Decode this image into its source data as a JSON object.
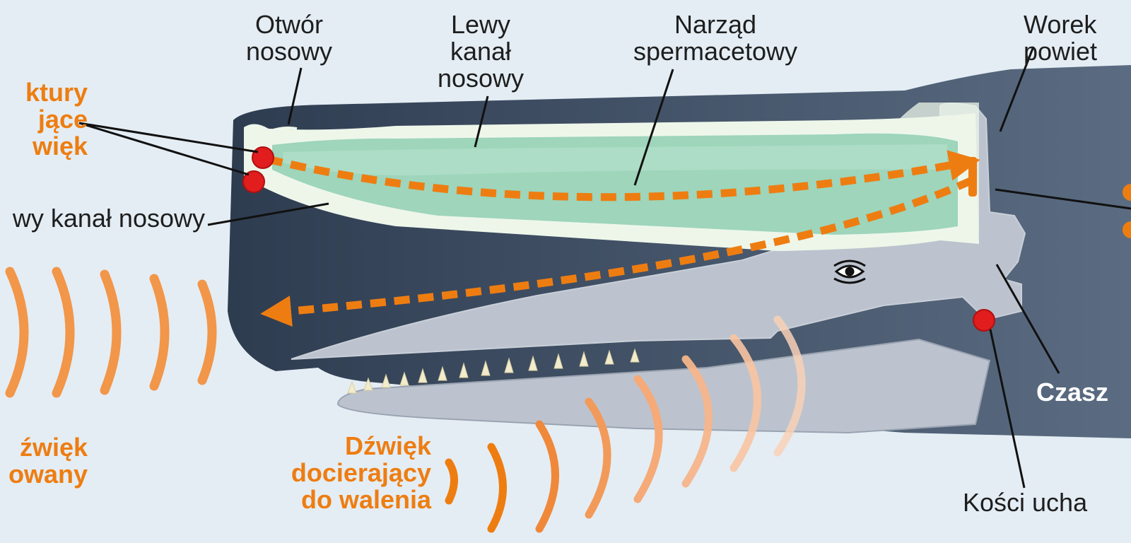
{
  "labels": {
    "nostril": "Otwór\nnosowy",
    "left_canal": "Lewy\nkanał\nnosowy",
    "spermaceti": "Narząd\nspermacetowy",
    "air_sac": "Worek\npowiet",
    "structures": "ktury\njące\nwięk",
    "right_canal": "wy kanał nosowy",
    "emitted_sound": "źwięk\nowany",
    "incoming_sound": "Dźwięk\ndocierający\ndo walenia",
    "skull": "Czasz",
    "ear_bones": "Kości ucha"
  },
  "colors": {
    "background": "#e4edf4",
    "whale_dark": "#2e3c50",
    "whale_light": "#5b6c82",
    "bone": "#bcc3ce",
    "spermaceti": "#8fcfb3",
    "canal": "#eef6ea",
    "sound_orange": "#ee7d11",
    "sound_light": "#f6b58b",
    "phonic_lips": "#e11d1d",
    "text": "#1e1e1e"
  }
}
